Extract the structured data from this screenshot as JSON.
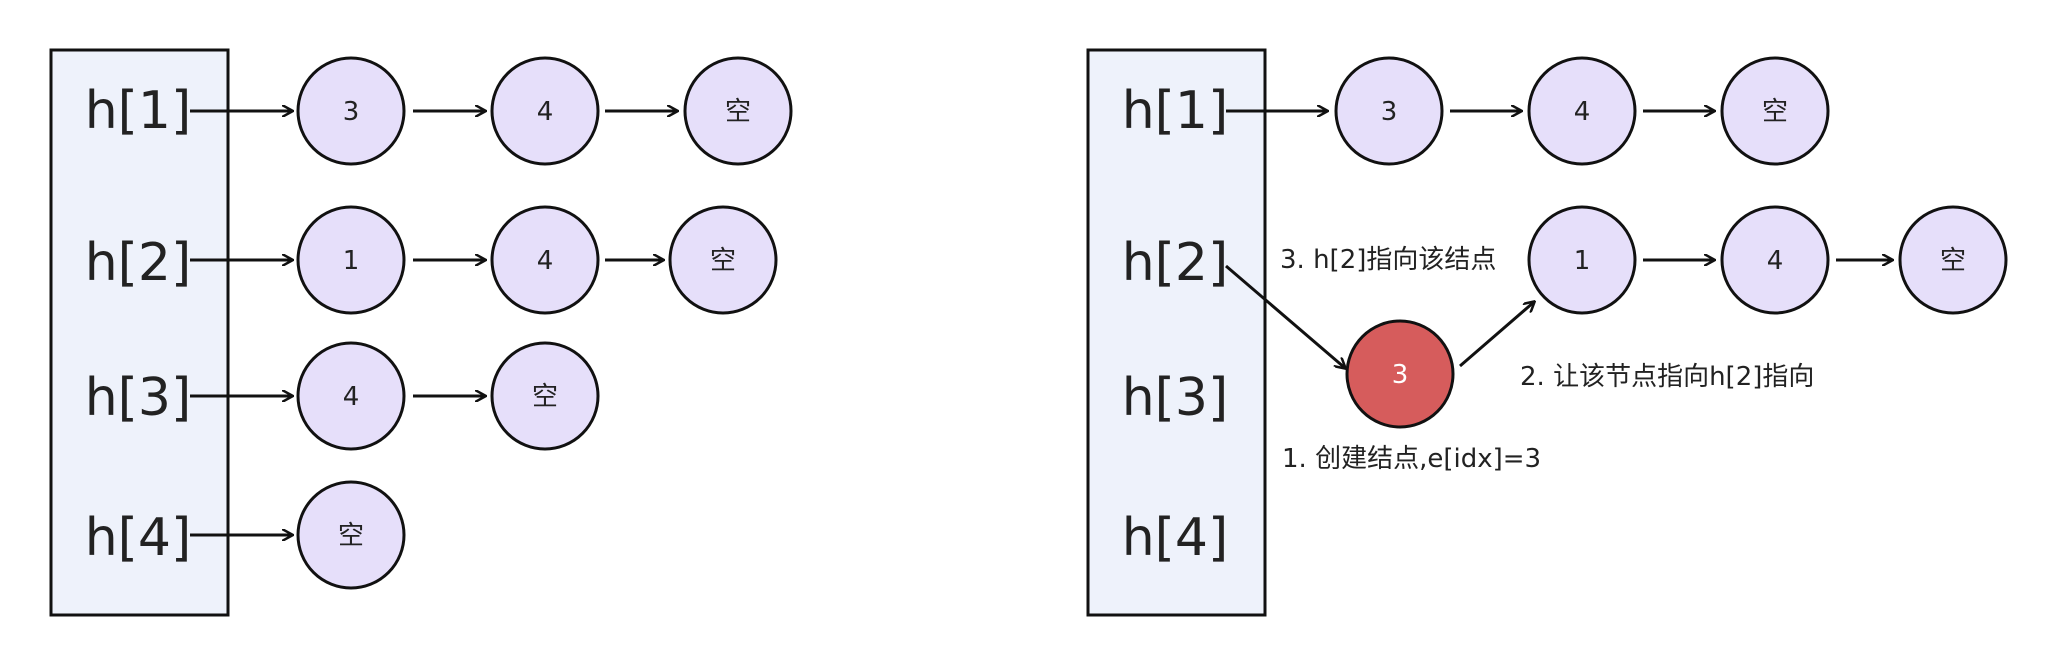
{
  "colors": {
    "node_fill": "#e6dffa",
    "new_node_fill": "#d65c5c",
    "head_box_fill": "#eef2fb",
    "stroke": "#111111",
    "text": "#222222",
    "new_node_text": "#ffffff"
  },
  "left": {
    "heads": [
      "h[1]",
      "h[2]",
      "h[3]",
      "h[4]"
    ],
    "chains": [
      [
        "3",
        "4",
        "空"
      ],
      [
        "1",
        "4",
        "空"
      ],
      [
        "4",
        "空"
      ],
      [
        "空"
      ]
    ]
  },
  "right": {
    "heads": [
      "h[1]",
      "h[2]",
      "h[3]",
      "h[4]"
    ],
    "chain_h1": [
      "3",
      "4",
      "空"
    ],
    "chain_h2": [
      "1",
      "4",
      "空"
    ],
    "new_node": "3",
    "steps": {
      "step1": "1. 创建结点,e[idx]=3",
      "step2": "2. 让该节点指向h[2]指向",
      "step3": "3. h[2]指向该结点"
    }
  }
}
